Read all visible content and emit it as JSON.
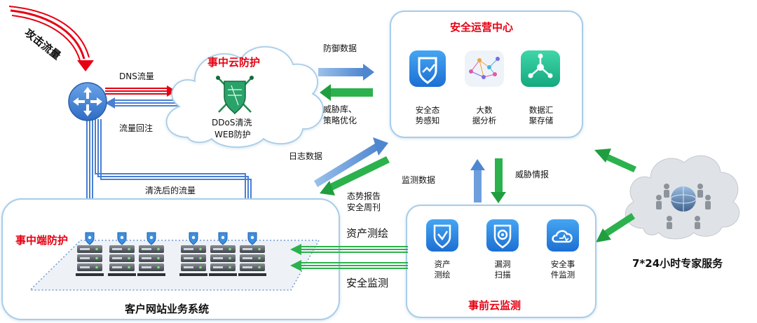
{
  "attack": {
    "label": "攻击流量"
  },
  "router": {
    "dns_label": "DNS流量",
    "return_label": "流量回注"
  },
  "cloud_protection": {
    "title": "事中云防护",
    "line1": "DDoS清洗",
    "line2": "WEB防护"
  },
  "soc": {
    "title": "安全运营中心",
    "items": [
      {
        "label": "安全态\n势感知",
        "icon": "situational-awareness-icon"
      },
      {
        "label": "大数\n据分析",
        "icon": "big-data-icon"
      },
      {
        "label": "数据汇\n聚存储",
        "icon": "data-aggregation-icon"
      }
    ]
  },
  "flows": {
    "defense_data": "防御数据",
    "threat_db": "威胁库、\n策略优化",
    "log_data": "日志数据",
    "monitor_data": "监测数据",
    "threat_intel": "威胁情报",
    "situation_report": "态势报告\n安全周刊",
    "cleaned_traffic": "清洗后的流量",
    "asset_mapping": "资产测绘",
    "security_monitoring": "安全监测"
  },
  "endpoint": {
    "title": "事中端防护",
    "system_label": "客户网站业务系统"
  },
  "precloud": {
    "title": "事前云监测",
    "items": [
      {
        "label": "资产\n测绘",
        "icon": "asset-mapping-icon"
      },
      {
        "label": "漏洞\n扫描",
        "icon": "vulnerability-scan-icon"
      },
      {
        "label": "安全事\n件监测",
        "icon": "security-event-icon"
      }
    ]
  },
  "expert": {
    "label": "7*24小时专家服务"
  },
  "colors": {
    "red": "#e60012",
    "blue": "#5b8fd6",
    "green": "#2bb24c",
    "panel_border": "#a8cde8"
  }
}
